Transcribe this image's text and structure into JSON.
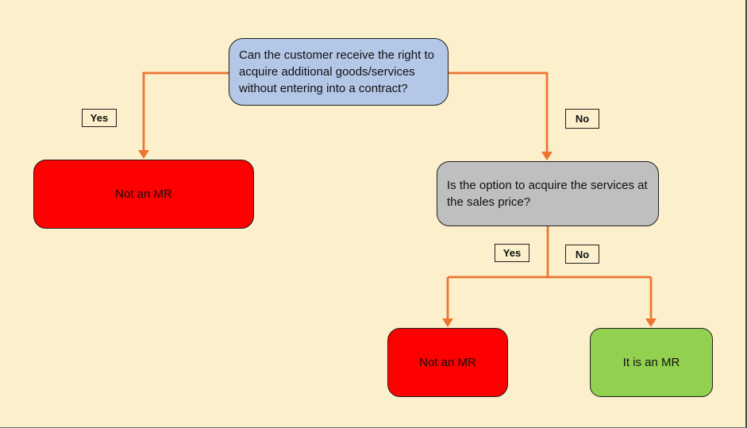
{
  "colors": {
    "background": "#FCF0CC",
    "connector": "#ED7431",
    "node_border": "#1F1F1F",
    "decision_contract_fill": "#B4C7E7",
    "decision_price_fill": "#BFBFBF",
    "not_mr_fill": "#FE0000",
    "is_mr_fill": "#92D050"
  },
  "diagram": {
    "nodes": {
      "decision_contract": {
        "text": "Can the customer receive the right to acquire additional goods/services without entering into a contract?"
      },
      "not_mr_left": {
        "text": "Not an MR"
      },
      "decision_price": {
        "text": "Is the option to acquire the services at the sales price?"
      },
      "not_mr_bottom": {
        "text": "Not an MR"
      },
      "is_mr": {
        "text": "It is an MR"
      }
    },
    "labels": {
      "yes_top": "Yes",
      "no_top": "No",
      "yes_bottom": "Yes",
      "no_bottom": "No"
    }
  }
}
